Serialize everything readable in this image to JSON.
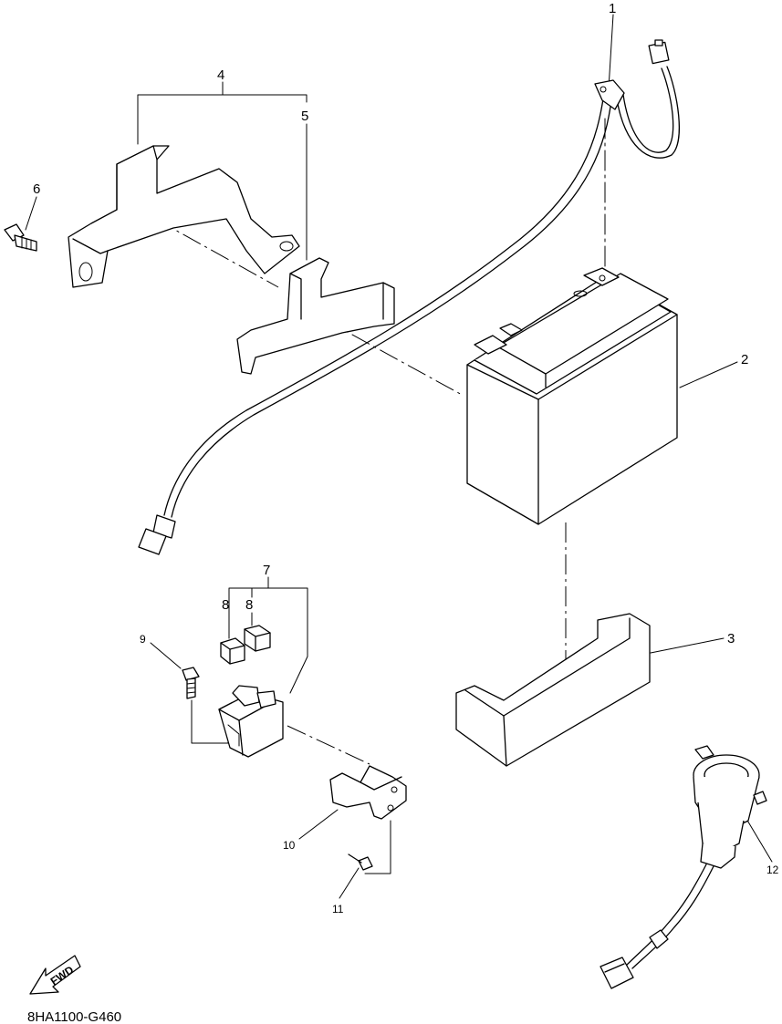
{
  "callouts": [
    {
      "id": "1",
      "text": "1"
    },
    {
      "id": "2",
      "text": "2"
    },
    {
      "id": "3",
      "text": "3"
    },
    {
      "id": "4",
      "text": "4"
    },
    {
      "id": "5",
      "text": "5"
    },
    {
      "id": "6",
      "text": "6"
    },
    {
      "id": "7",
      "text": "7"
    },
    {
      "id": "8a",
      "text": "8"
    },
    {
      "id": "8b",
      "text": "8"
    },
    {
      "id": "9",
      "text": "9"
    },
    {
      "id": "10",
      "text": "10"
    },
    {
      "id": "11",
      "text": "11"
    },
    {
      "id": "12",
      "text": "12"
    }
  ],
  "forward_arrow": {
    "text": "FWD"
  },
  "diagram_code": "8HA1100-G460",
  "parts": {
    "wire_harness": "wire-harness",
    "battery": "battery",
    "battery_tray": "battery-tray",
    "bracket_upper": "battery-bracket-upper",
    "bracket_lower": "battery-bracket-lower",
    "bolt": "bolt",
    "starter_relay": "starter-relay",
    "fuses": "fuse",
    "relay_bolt": "relay-bolt",
    "relay_bracket": "relay-bracket",
    "rivet": "rivet",
    "accessory_socket": "accessory-socket"
  }
}
